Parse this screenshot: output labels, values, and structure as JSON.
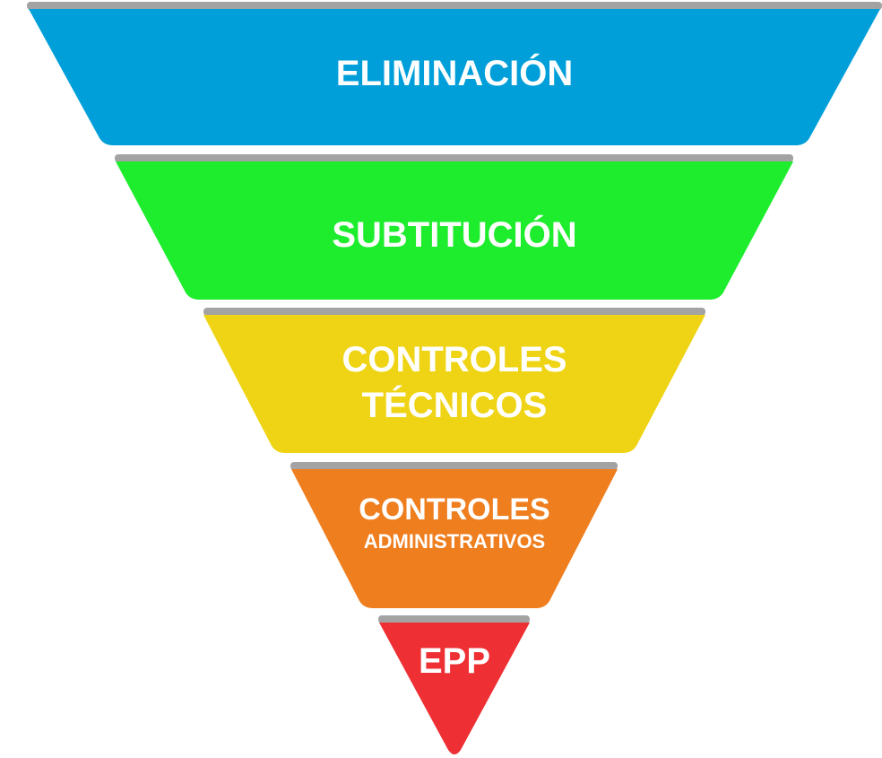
{
  "diagram": {
    "type": "inverted-pyramid",
    "cap_color": "#a3a3a3",
    "tiers": [
      {
        "id": "eliminacion",
        "lines": [
          "ELIMINACIÓN"
        ],
        "color": "#009fd9"
      },
      {
        "id": "subtitucion",
        "lines": [
          "SUBTITUCIÓN"
        ],
        "color": "#1ded2d"
      },
      {
        "id": "controles-tecnicos",
        "lines": [
          "CONTROLES",
          "TÉCNICOS"
        ],
        "color": "#efd415"
      },
      {
        "id": "controles-administrativos",
        "lines": [
          "CONTROLES",
          "ADMINISTRATIVOS"
        ],
        "color": "#ef7e1f"
      },
      {
        "id": "epp",
        "lines": [
          "EPP"
        ],
        "color": "#ee3034"
      }
    ]
  }
}
